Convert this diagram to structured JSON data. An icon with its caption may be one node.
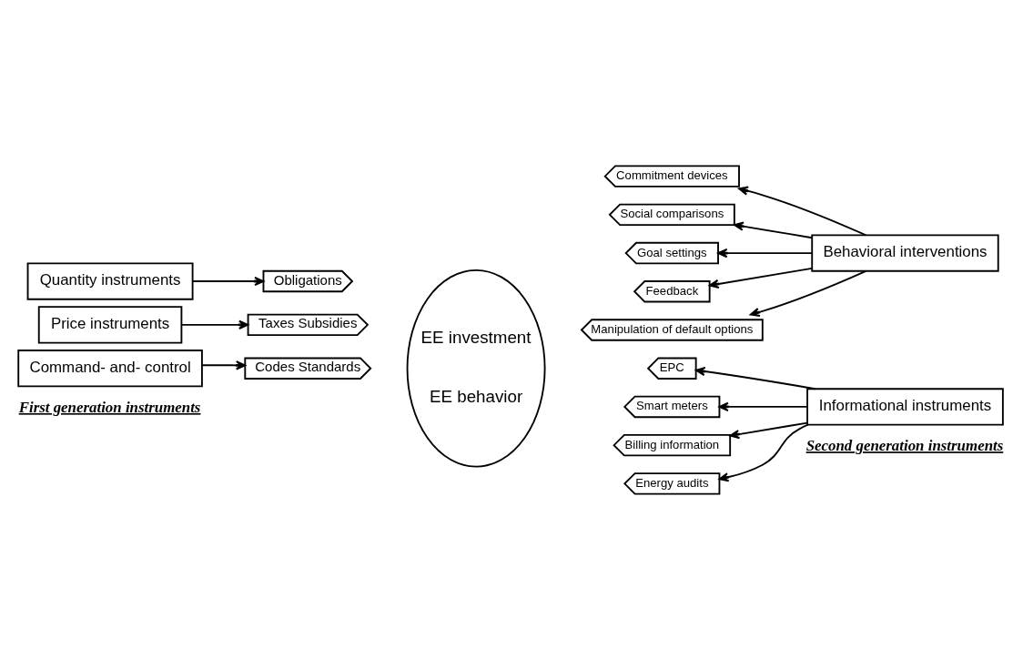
{
  "diagram": {
    "nodes": [
      {
        "text": [
          "Command- and- control"
        ]
      },
      {
        "text": [
          "Codes Standards"
        ]
      },
      {
        "text": [
          "Price instruments"
        ]
      },
      {
        "text": [
          "Taxes Subsidies"
        ]
      },
      {
        "text": [
          "Quantity instruments"
        ]
      },
      {
        "text": [
          "Obligations"
        ]
      },
      {
        "text": [
          "EE investment",
          "EE behavior"
        ]
      },
      {
        "text": [
          "EPC"
        ]
      },
      {
        "text": [
          "Smart meters"
        ]
      },
      {
        "text": [
          "Billing information"
        ]
      },
      {
        "text": [
          "Energy audits"
        ]
      },
      {
        "text": [
          "Informational instruments"
        ]
      },
      {
        "text": [
          "Commitment devices"
        ]
      },
      {
        "text": [
          "Social comparisons"
        ]
      },
      {
        "text": [
          "Goal settings"
        ]
      },
      {
        "text": [
          "Feedback"
        ]
      },
      {
        "text": [
          "Manipulation of default options"
        ]
      },
      {
        "text": [
          "Behavioral interventions"
        ]
      }
    ],
    "edges": [
      {
        "from": 0,
        "to": 1,
        "arrow": "to"
      },
      {
        "from": 2,
        "to": 3,
        "arrow": "to"
      },
      {
        "from": 4,
        "to": 5,
        "arrow": "to"
      },
      {
        "from": 11,
        "to": 7,
        "arrow": "to"
      },
      {
        "from": 11,
        "to": 8,
        "arrow": "to"
      },
      {
        "from": 11,
        "to": 9,
        "arrow": "to"
      },
      {
        "from": 11,
        "to": 10,
        "arrow": "to"
      },
      {
        "from": 17,
        "to": 12,
        "arrow": "to"
      },
      {
        "from": 17,
        "to": 13,
        "arrow": "to"
      },
      {
        "from": 17,
        "to": 14,
        "arrow": "to"
      },
      {
        "from": 17,
        "to": 15,
        "arrow": "to"
      },
      {
        "from": 17,
        "to": 16,
        "arrow": "to"
      }
    ],
    "labels": [
      "First generation instruments",
      "Second generation instruments"
    ]
  }
}
